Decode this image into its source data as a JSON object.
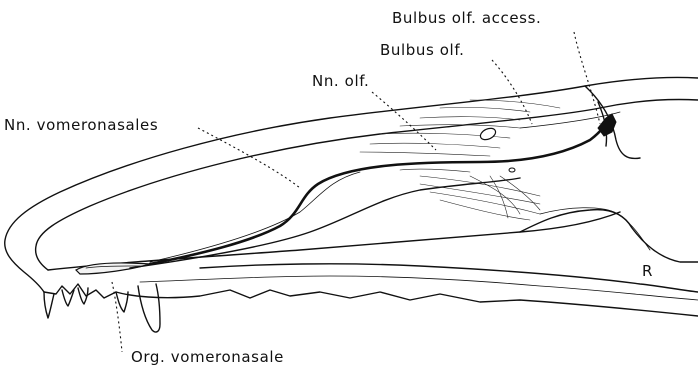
{
  "labels": {
    "bulbus_olf_access": "Bulbus olf. access.",
    "bulbus_olf": "Bulbus olf.",
    "nn_olf": "Nn. olf.",
    "nn_vomeronasales": "Nn. vomeronasales",
    "org_vomeronasale": "Org. vomeronasale",
    "signature": "R"
  }
}
